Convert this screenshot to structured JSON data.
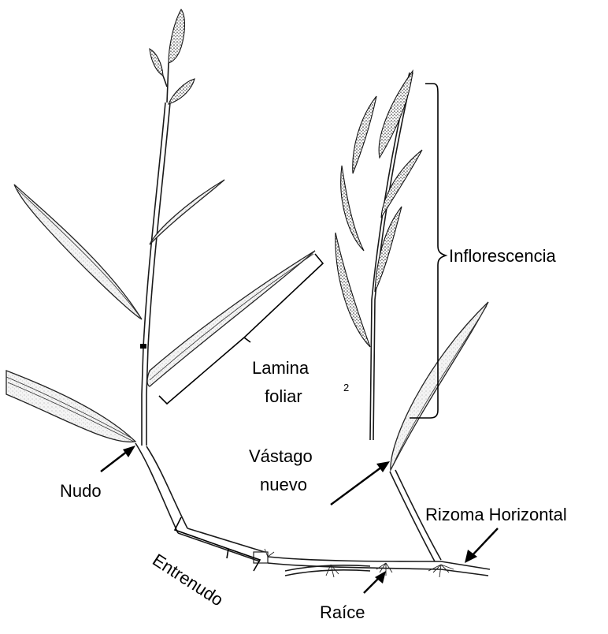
{
  "labels": {
    "inflorescence": "Inflorescencia",
    "leaf_blade_line1": "Lamina",
    "leaf_blade_line2": "foliar",
    "new_shoot_line1": "Vástago",
    "new_shoot_line2": "nuevo",
    "node": "Nudo",
    "horizontal_rhizome": "Rizoma Horizontal",
    "internode": "Entrenudo",
    "roots": "Raíce",
    "plate_number": "2"
  }
}
